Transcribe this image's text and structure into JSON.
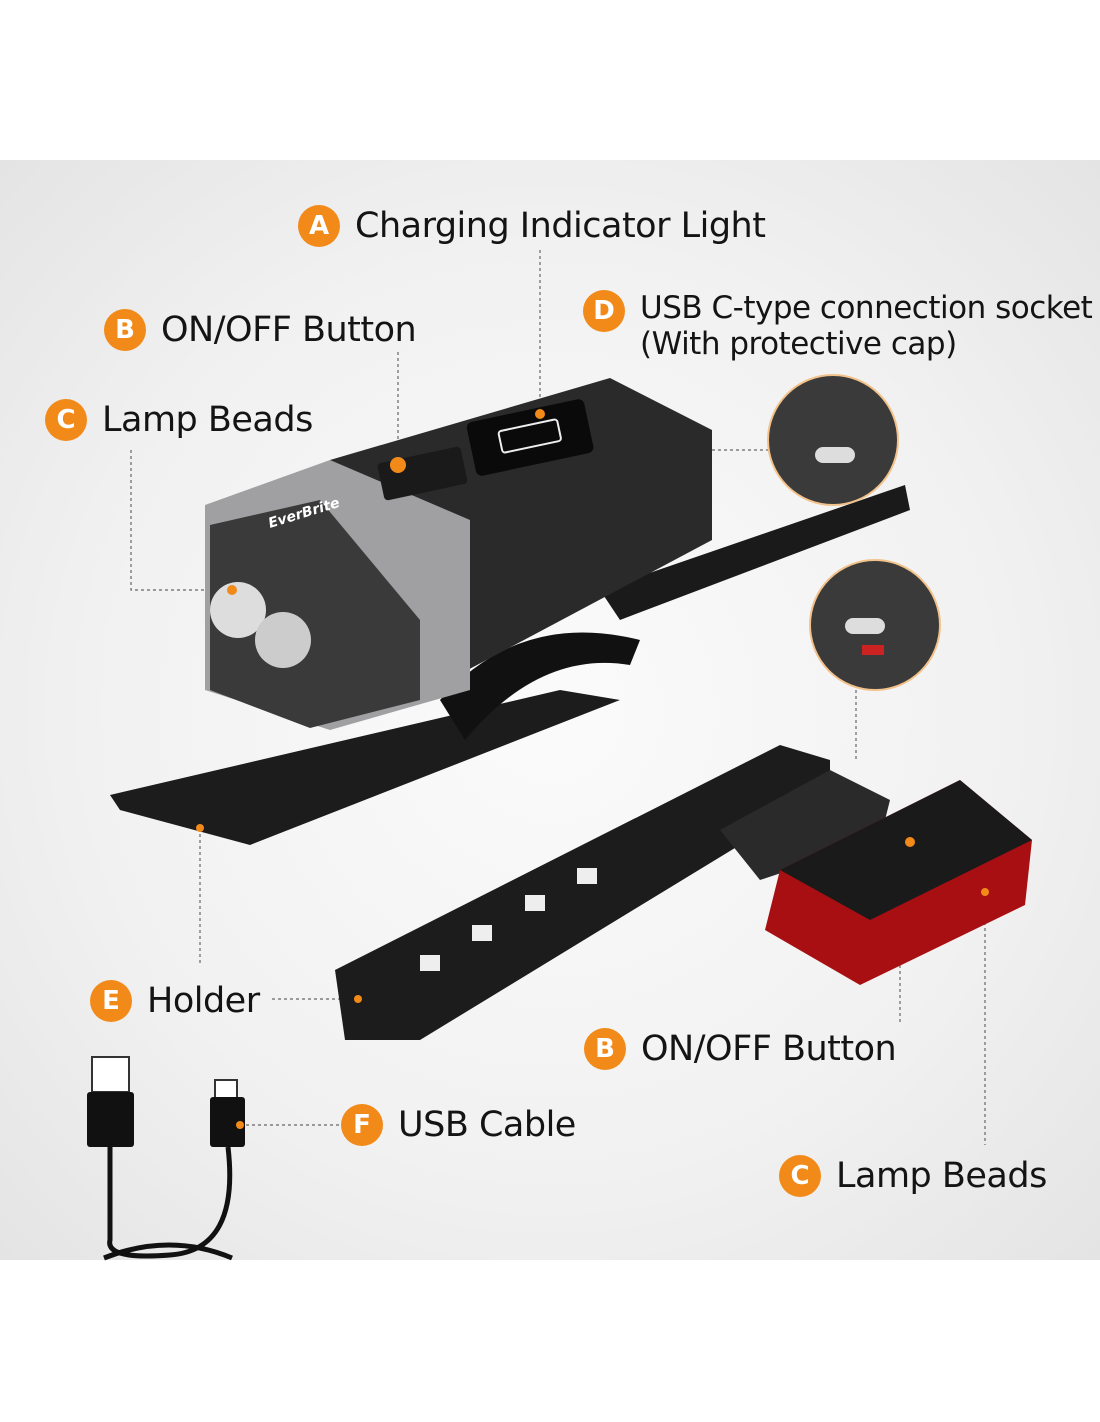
{
  "brand": "EverBrite",
  "accent_color": "#f28a1a",
  "labels": {
    "a": {
      "badge": "A",
      "text": "Charging Indicator Light"
    },
    "b": {
      "badge": "B",
      "text": "ON/OFF Button"
    },
    "c": {
      "badge": "C",
      "text": "Lamp Beads"
    },
    "d": {
      "badge": "D",
      "text": "USB C-type connection socket",
      "text2": "(With protective cap)"
    },
    "e": {
      "badge": "E",
      "text": "Holder"
    },
    "f": {
      "badge": "F",
      "text": "USB Cable"
    },
    "b2": {
      "badge": "B",
      "text": "ON/OFF Button"
    },
    "c2": {
      "badge": "C",
      "text": "Lamp Beads"
    }
  }
}
